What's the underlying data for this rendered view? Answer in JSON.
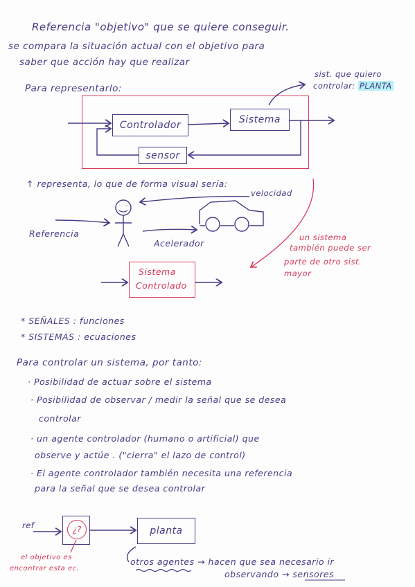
{
  "intro": {
    "line1": "Referencia   \"objetivo\"   que   se  quiere   conseguir.",
    "line2": "se compara   la  situación   actual  con  el  objetivo  para",
    "line3": "saber  que  acción   hay  que  realizar"
  },
  "represent_label": "Para   representarlo:",
  "note_top": {
    "line1": "sist. que quiero",
    "line2": "controlar:",
    "planta": "PLANTA"
  },
  "block_diagram": {
    "controller": "Controlador",
    "system": "Sistema",
    "sensor": "sensor"
  },
  "visual_line": "↑ representa, lo  que  de  forma  visual  sería:",
  "person_diagram": {
    "velocidad": "velocidad",
    "referencia": "Referencia",
    "acelerador": "Acelerador"
  },
  "red_note": {
    "line1": "un sistema",
    "line2": "también puede ser",
    "line3": "parte de otro sist.",
    "line4": "mayor"
  },
  "controlled_system": {
    "line1": "Sistema",
    "line2": "Controlado"
  },
  "definitions": {
    "signals": "* SEÑALES : funciones",
    "systems": "* SISTEMAS : ecuaciones"
  },
  "control_intro": "Para  controlar  un  sistema, por  tanto:",
  "bullets": [
    "· Posibilidad  de  actuar  sobre  el sistema",
    "· Posibilidad  de  observar / medir  la  señal  que  se  desea",
    "controlar",
    "·  un  agente  controlador  (humano  o  artificial)  que",
    "observe  y  actúe . (\"cierra\"  el  lazo  de  control)",
    "· El   agente  controlador  también  necesita  una  referencia",
    "para  la  señal  que  se  desea   controlar"
  ],
  "bottom_diagram": {
    "ref": "ref",
    "question": "¿?",
    "planta": "planta",
    "red_note_line1": "el objetivo es",
    "red_note_line2": "encontrar esta ec.",
    "others_line1": "otros  agentes → hacen  que  sea  necesario  ir",
    "others_line2": "observando → sensores"
  }
}
